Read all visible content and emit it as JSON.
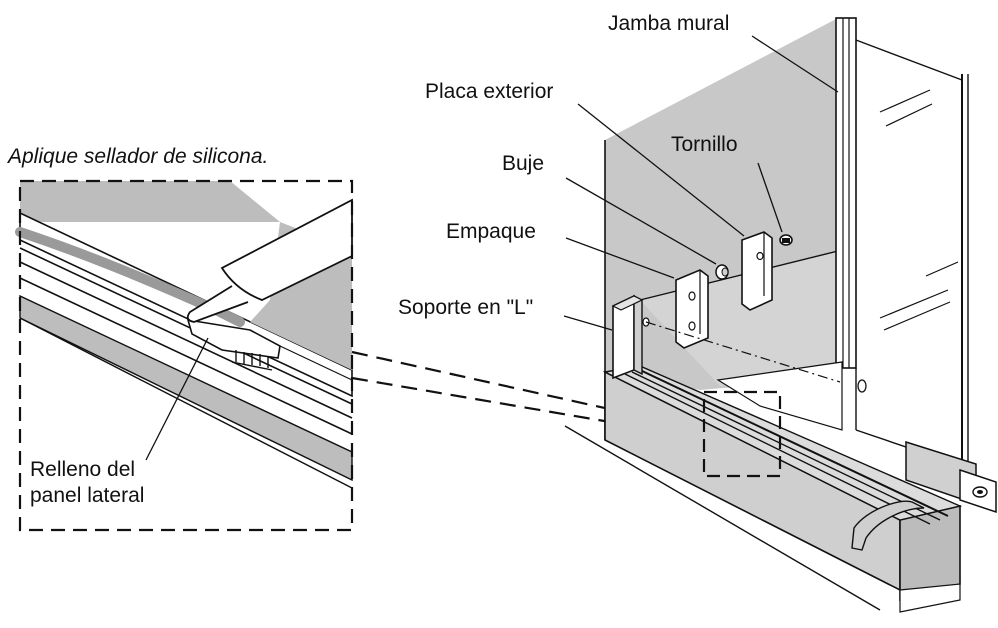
{
  "diagram": {
    "inset_caption": "Aplique sellador de silicona.",
    "labels": {
      "wall_jamb": "Jamba mural",
      "outer_plate": "Placa exterior",
      "screw": "Tornillo",
      "bushing": "Buje",
      "gasket": "Empaque",
      "l_bracket": "Soporte en \"L\"",
      "filler_line1": "Relleno del",
      "filler_line2": "panel lateral"
    },
    "colors": {
      "wall_gray": "#c8c8c8",
      "inset_gray": "#bdbdbd",
      "line": "#111111"
    }
  }
}
